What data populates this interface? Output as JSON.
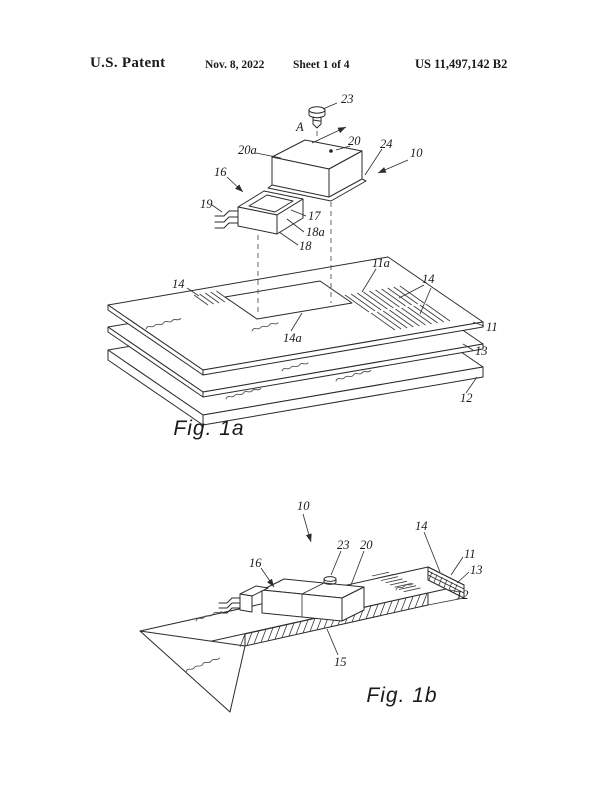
{
  "header": {
    "title": "U.S. Patent",
    "date": "Nov. 8, 2022",
    "sheet": "Sheet 1 of 4",
    "patent_number": "US 11,497,142 B2"
  },
  "fig1a": {
    "caption": "Fig. 1a",
    "labels": {
      "screw": "23",
      "section_arrow": "A",
      "cover_top": "20a",
      "cover": "20",
      "cover_flange": "24",
      "assembly": "10",
      "frame": "16",
      "leads": "19",
      "frame_17": "17",
      "frame_18a": "18a",
      "frame_18": "18",
      "vent_left": "14",
      "top_surface": "11a",
      "vent_right": "14",
      "opening": "14a",
      "board_top": "11",
      "board_mid": "13",
      "board_bottom": "12"
    }
  },
  "fig1b": {
    "caption": "Fig. 1b",
    "labels": {
      "assembly": "10",
      "screw": "23",
      "cover": "20",
      "vent": "14",
      "frame": "16",
      "board_top": "11",
      "board_mid": "13",
      "board_bottom": "12",
      "solder": "15"
    }
  }
}
